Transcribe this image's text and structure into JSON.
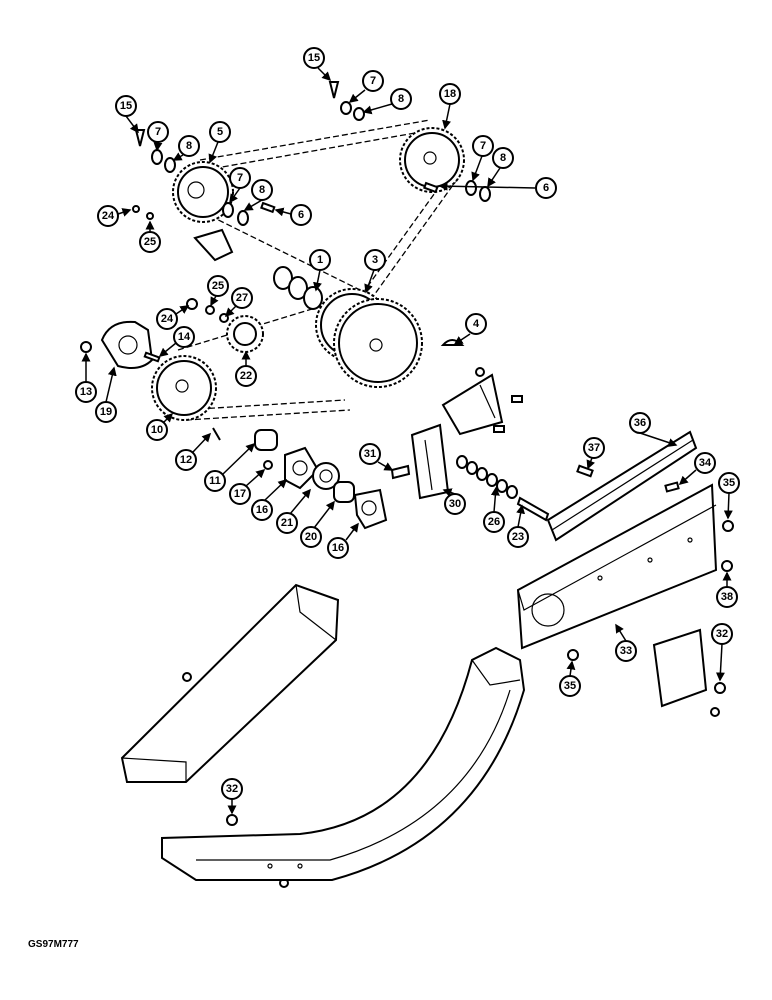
{
  "drawing_code": "GS97M777",
  "callouts": [
    "15",
    "7",
    "8",
    "18",
    "15",
    "7",
    "8",
    "5",
    "7",
    "8",
    "6",
    "7",
    "8",
    "6",
    "24",
    "25",
    "1",
    "3",
    "25",
    "27",
    "24",
    "14",
    "4",
    "13",
    "19",
    "22",
    "10",
    "12",
    "31",
    "11",
    "17",
    "16",
    "21",
    "20",
    "16",
    "30",
    "26",
    "23",
    "36",
    "37",
    "34",
    "35",
    "33",
    "38",
    "32",
    "35",
    "32"
  ],
  "colors": {
    "line": "#000000",
    "background": "#ffffff"
  }
}
